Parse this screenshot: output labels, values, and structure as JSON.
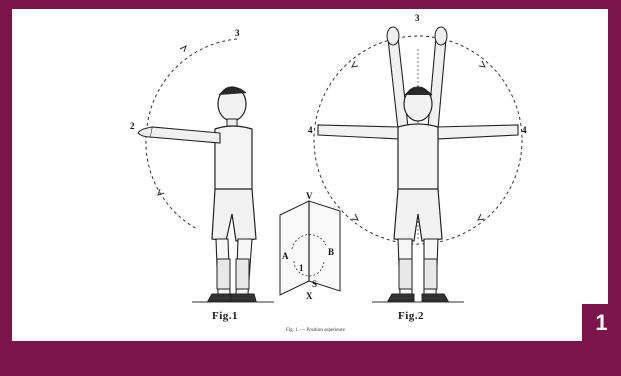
{
  "figures": {
    "fig1_label": "Fig.1",
    "fig2_label": "Fig.2",
    "caption": "Fig. 1. — Position superieure",
    "fig1_points": {
      "top": "3",
      "front": "2"
    },
    "fig2_points": {
      "top": "3",
      "left": "4",
      "right": "4"
    },
    "diagram_points": {
      "top": "V",
      "a": "A",
      "b": "B",
      "s": "S",
      "x": "X",
      "one": "1"
    }
  },
  "badge": {
    "number": "1"
  },
  "colors": {
    "frame": "#7a1449",
    "panel": "#ffffff",
    "ink": "#1a1a1a"
  }
}
